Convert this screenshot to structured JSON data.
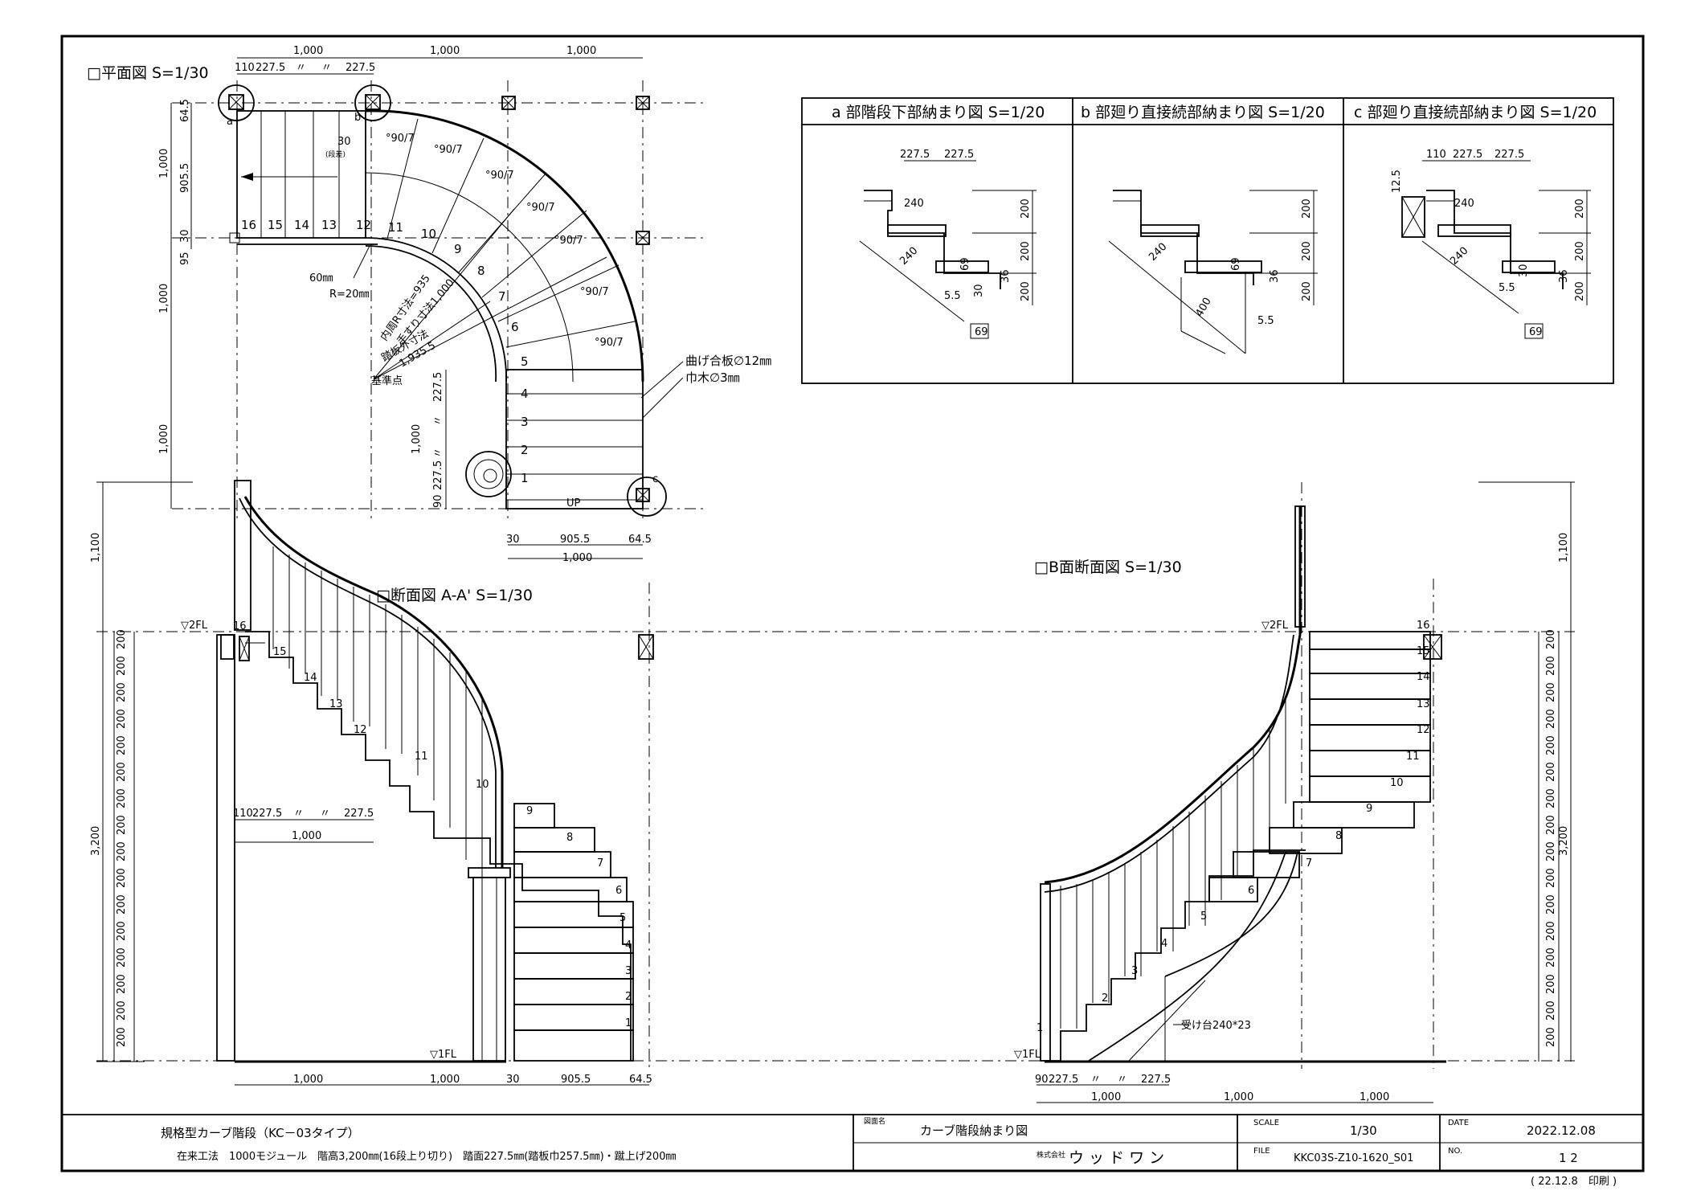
{
  "views": {
    "plan": {
      "title": "□平面図 S=1/30",
      "top_dims": [
        "1,000",
        "1,000",
        "1,000"
      ],
      "top_sub_dims": [
        "110",
        "227.5",
        "〃",
        "〃",
        "227.5"
      ],
      "left_dims": [
        "64.5",
        "1,000",
        "905.5",
        "30",
        "95",
        "1,000",
        "1,000"
      ],
      "bottom_dims": [
        "30",
        "905.5",
        "64.5",
        "1,000"
      ],
      "step_numbers": [
        "16",
        "15",
        "14",
        "13",
        "12",
        "11",
        "10",
        "9",
        "8",
        "7",
        "6",
        "5",
        "4",
        "3",
        "2",
        "1"
      ],
      "angle_labels": [
        "°90/7",
        "°90/7",
        "°90/7",
        "°90/7",
        "°90/7",
        "°90/7",
        "°90/7"
      ],
      "labels": {
        "rise_30": "30",
        "rise_note": "(段差)",
        "width_60": "60㎜",
        "radius": "R=20㎜",
        "inner_r": "内周R寸法=935",
        "handrail_r": "手すり寸法1,000",
        "outer_r": "踏板外寸法",
        "outer_r_value": "1,935.5",
        "datum": "基準点",
        "bent_plywood": "曲げ合板∅12㎜",
        "skirting": "巾木∅3㎜",
        "up": "UP",
        "right_sub_dims": [
          "227.5",
          "〃",
          "1,000",
          "〃",
          "227.5",
          "90"
        ],
        "marker_a": "a",
        "marker_b": "b",
        "marker_c": "c"
      }
    },
    "section_aa": {
      "title": "□断面図 A-A' S=1/30",
      "level_2fl": "▽2FL",
      "level_1fl": "▽1FL",
      "height_total": "3,200",
      "height_rail": "1,100",
      "riser_dims": [
        "200",
        "200",
        "200",
        "200",
        "200",
        "200",
        "200",
        "200",
        "200",
        "200",
        "200",
        "200",
        "200",
        "200",
        "200",
        "200"
      ],
      "step_numbers": [
        "16",
        "15",
        "14",
        "13",
        "12",
        "11",
        "10",
        "9",
        "8",
        "7",
        "6",
        "5",
        "4",
        "3",
        "2",
        "1"
      ],
      "inner_dims": [
        "110",
        "227.5",
        "〃",
        "〃",
        "227.5",
        "1,000"
      ],
      "bottom_dims": [
        "1,000",
        "1,000",
        "30",
        "905.5",
        "64.5"
      ]
    },
    "section_b": {
      "title": "□B面断面図 S=1/30",
      "level_2fl": "▽2FL",
      "level_1fl": "▽1FL",
      "height_total": "3,200",
      "height_rail": "1,100",
      "riser_dims": [
        "200",
        "200",
        "200",
        "200",
        "200",
        "200",
        "200",
        "200",
        "200",
        "200",
        "200",
        "200",
        "200",
        "200",
        "200",
        "200"
      ],
      "step_numbers": [
        "16",
        "15",
        "14",
        "13",
        "12",
        "11",
        "10",
        "9",
        "8",
        "7",
        "6",
        "5",
        "4",
        "3",
        "2",
        "1"
      ],
      "support": "受け台240*23",
      "bottom_dims": [
        "90",
        "227.5",
        "〃",
        "〃",
        "227.5",
        "1,000",
        "1,000",
        "1,000"
      ]
    }
  },
  "details": {
    "a": {
      "title": "a 部階段下部納まり図 S=1/20",
      "dims": [
        "227.5",
        "227.5",
        "240",
        "240",
        "69",
        "30",
        "5.5",
        "69",
        "200",
        "200",
        "200",
        "36"
      ]
    },
    "b": {
      "title": "b 部廻り直接続部納まり図 S=1/20",
      "dims": [
        "240",
        "69",
        "36",
        "400",
        "5.5",
        "200",
        "200",
        "200"
      ]
    },
    "c": {
      "title": "c 部廻り直接続部納まり図 S=1/20",
      "dims": [
        "110",
        "227.5",
        "227.5",
        "12.5",
        "240",
        "240",
        "30",
        "5.5",
        "69",
        "36",
        "200",
        "200",
        "200"
      ]
    }
  },
  "title_block": {
    "project_line1": "規格型カーブ階段（KC－03タイプ）",
    "project_line2": "在来工法　1000モジュール　階高3,200㎜(16段上り切り)　踏面227.5㎜(踏板巾257.5㎜)・蹴上げ200㎜",
    "drawing_name_label": "図面名",
    "drawing_name": "カーブ階段納まり図",
    "company_label": "株式会社",
    "company": "ウ ッ ド ワ ン",
    "scale_label": "SCALE",
    "scale": "1/30",
    "file_label": "FILE",
    "file": "KKC03S-Z10-1620_S01",
    "date_label": "DATE",
    "date": "2022.12.08",
    "no_label": "NO.",
    "no": "1 2",
    "printed": "( 22.12.8　印刷 )"
  },
  "colors": {
    "ink": "#000000",
    "paper": "#ffffff"
  }
}
